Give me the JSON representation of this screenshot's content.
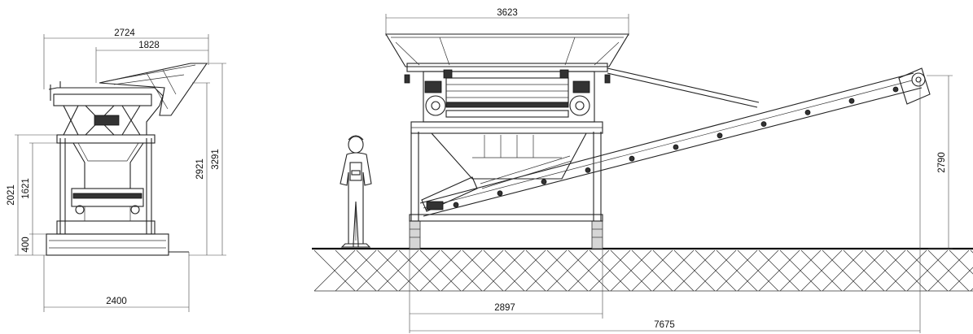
{
  "dimensions": {
    "front_view": {
      "overall_width_top": "2724",
      "hopper_width": "1828",
      "base_width": "2400",
      "height_total": "3291",
      "height_hopper": "2921",
      "height_frame": "2021",
      "height_inner": "1621",
      "height_base": "400"
    },
    "side_view": {
      "hopper_length": "3623",
      "base_length": "2897",
      "overall_length": "7675",
      "discharge_height": "2790"
    }
  },
  "colors": {
    "line": "#222222",
    "ground_fill": "#d6d6d6"
  }
}
